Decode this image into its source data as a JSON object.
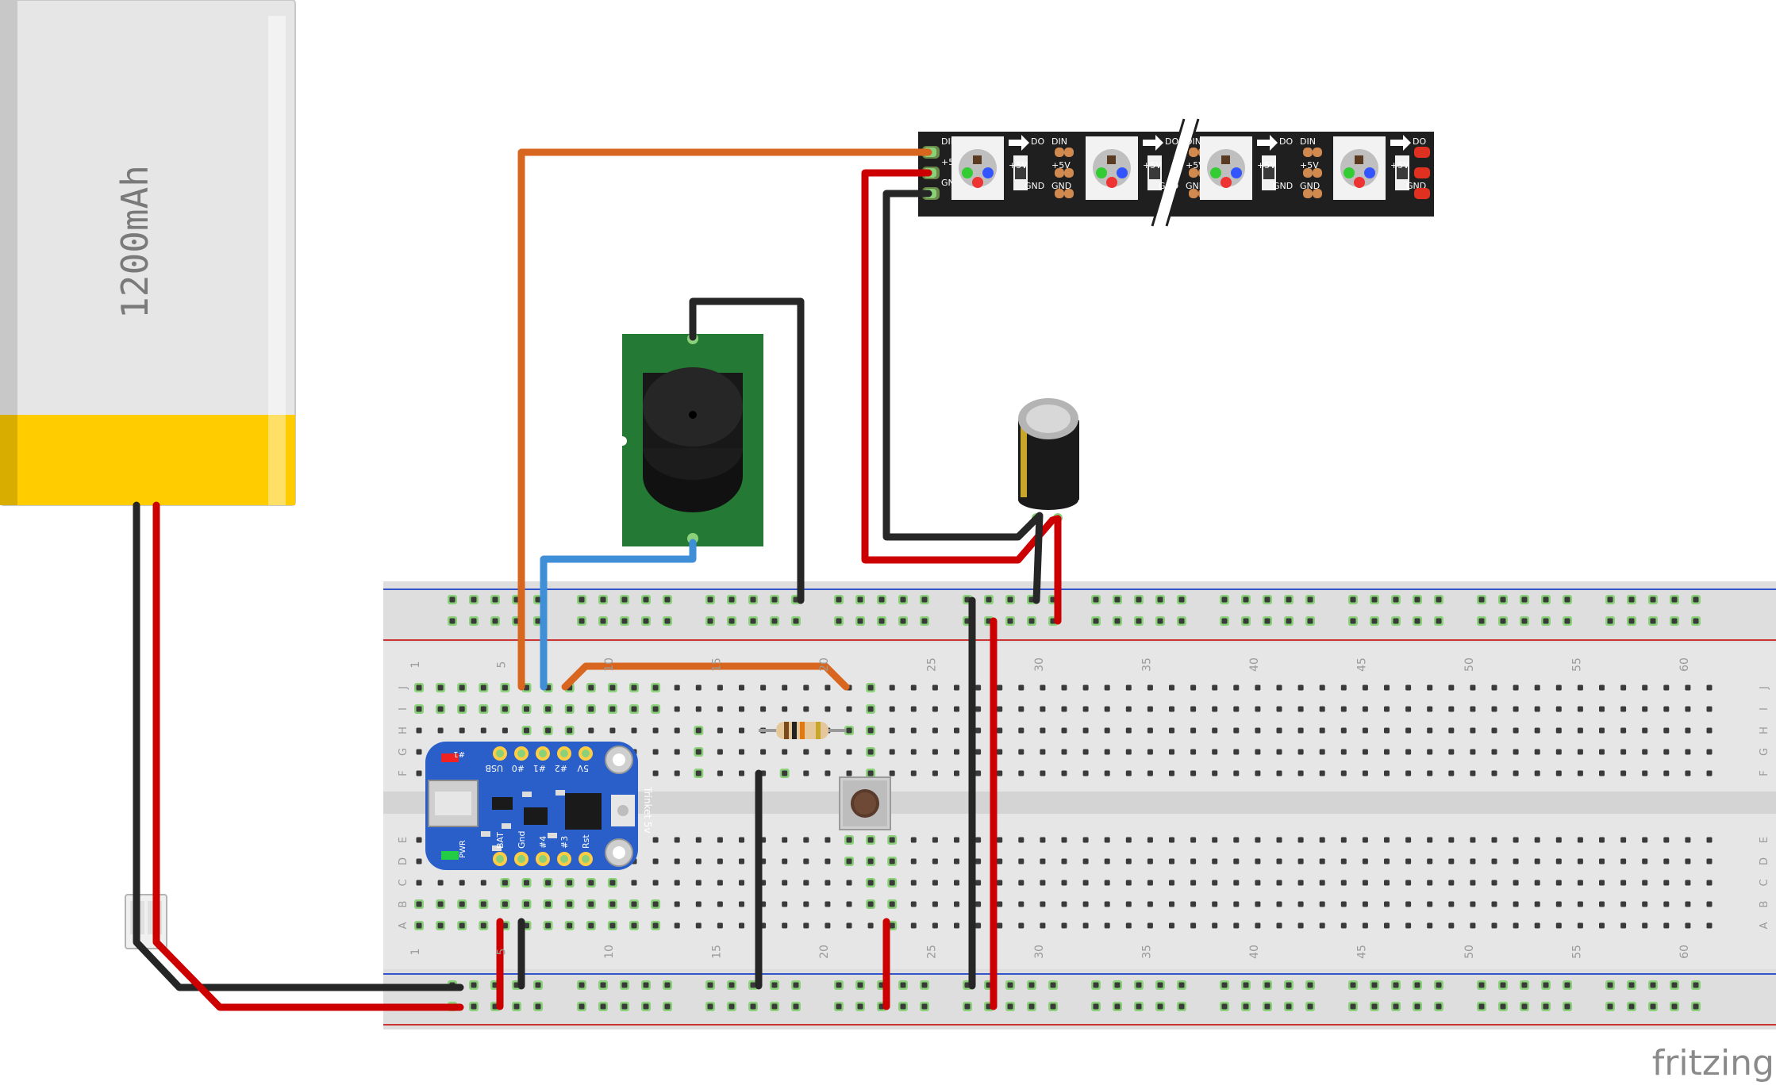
{
  "battery": {
    "capacity_label": "1200mAh",
    "colors": {
      "body": "#e6e6e6",
      "band": "#ffcc00"
    }
  },
  "led_strip": {
    "pins_left": [
      "DIN",
      "+5V",
      "GND"
    ],
    "pin_out_label": "DO",
    "pin_in_label": "DIN",
    "pin_5v_label": "+5V",
    "pin_gnd_label": "GND"
  },
  "trinket": {
    "top_labels": [
      "USB",
      "#0",
      "#1",
      "#2",
      "5V"
    ],
    "bottom_labels": [
      "BAT",
      "Gnd",
      "#4",
      "#3",
      "Rst"
    ],
    "board_label": "Trinket 5v",
    "led_labels": [
      "#1",
      "PWR"
    ]
  },
  "breadboard": {
    "column_numbers": [
      "1",
      "5",
      "10",
      "15",
      "20",
      "25",
      "30",
      "35",
      "40",
      "45",
      "50",
      "55",
      "60"
    ],
    "row_letters_top": [
      "J",
      "I",
      "H",
      "G",
      "F"
    ],
    "row_letters_bottom": [
      "E",
      "D",
      "C",
      "B",
      "A"
    ]
  },
  "brand": {
    "name": "fritzing"
  },
  "wire_colors": {
    "orange": "#d9661f",
    "red": "#cc0000",
    "black": "#262626",
    "blue": "#3f8ed8"
  }
}
